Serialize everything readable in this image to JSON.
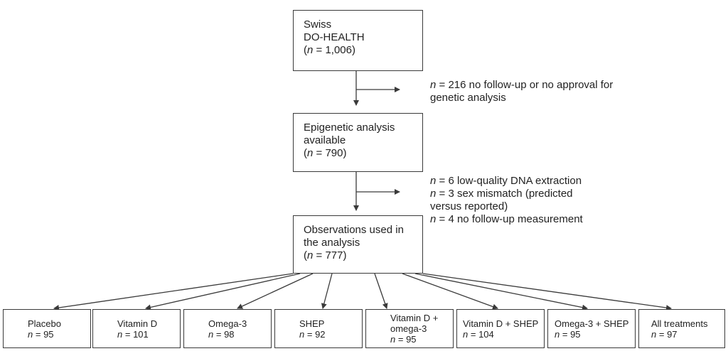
{
  "boxes": {
    "swiss": {
      "line1": "Swiss",
      "line2": "DO-HEALTH",
      "n": "1,006"
    },
    "epigenetic": {
      "line1": "Epigenetic analysis",
      "line2": "available",
      "n": "790"
    },
    "observations": {
      "line1": "Observations used in",
      "line2": "the analysis",
      "n": "777"
    }
  },
  "exclusions": {
    "first": {
      "n": "216",
      "text1": "no follow-up or no approval for",
      "text2": "genetic analysis"
    },
    "second": {
      "n1": "6",
      "text1": "low-quality DNA extraction",
      "n2": "3",
      "text2a": "sex mismatch (predicted",
      "text2b": "versus reported)",
      "n3": "4",
      "text3": "no follow-up measurement"
    }
  },
  "groups": [
    {
      "label": "Placebo",
      "label2": "",
      "n": "95"
    },
    {
      "label": "Vitamin D",
      "label2": "",
      "n": "101"
    },
    {
      "label": "Omega-3",
      "label2": "",
      "n": "98"
    },
    {
      "label": "SHEP",
      "label2": "",
      "n": "92"
    },
    {
      "label": "Vitamin D +",
      "label2": "omega-3",
      "n": "95"
    },
    {
      "label": "Vitamin D + SHEP",
      "label2": "",
      "n": "104"
    },
    {
      "label": "Omega-3 + SHEP",
      "label2": "",
      "n": "95"
    },
    {
      "label": "All treatments",
      "label2": "",
      "n": "97"
    }
  ]
}
